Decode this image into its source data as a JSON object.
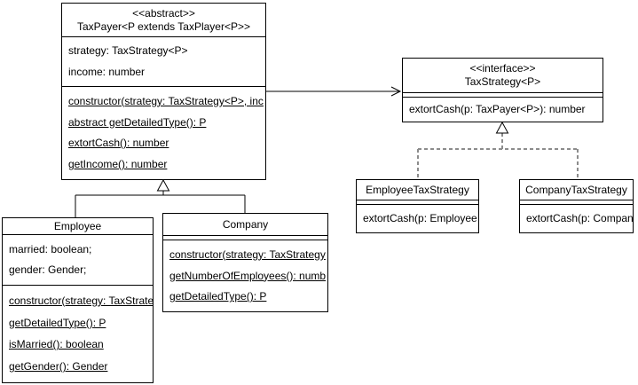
{
  "colors": {
    "line": "#000000",
    "dashed-line": "#8c8c8c",
    "background": "#ffffff",
    "box-fill": "#ffffff"
  },
  "classes": {
    "taxpayer": {
      "stereotype": "<<abstract>>",
      "name": "TaxPayer<P extends TaxPlayer<P>>",
      "attributes": [
        "strategy: TaxStrategy<P>",
        "income: number"
      ],
      "methods": [
        "constructor(strategy: TaxStrategy<P>, inc",
        "abstract getDetailedType(): P",
        "extortCash(): number",
        "getIncome(): number"
      ]
    },
    "taxstrategy": {
      "stereotype": "<<interface>>",
      "name": "TaxStrategy<P>",
      "methods": [
        "extortCash(p: TaxPayer<P>): number"
      ]
    },
    "employee": {
      "name": "Employee",
      "attributes": [
        "married: boolean;",
        "gender: Gender;"
      ],
      "methods": [
        "constructor(strategy: TaxStrate",
        "getDetailedType(): P",
        "isMarried(): boolean",
        "getGender(): Gender"
      ]
    },
    "company": {
      "name": "Company",
      "methods": [
        "constructor(strategy: TaxStrategy",
        "getNumberOfEmployees(): numb",
        "getDetailedType(): P"
      ]
    },
    "employee_tax_strategy": {
      "name": "EmployeeTaxStrategy",
      "methods": [
        "extortCash(p: Employee"
      ]
    },
    "company_tax_strategy": {
      "name": "CompanyTaxStrategy",
      "methods": [
        "extortCash(p: Company"
      ]
    }
  },
  "relations": [
    {
      "type": "association",
      "from": "TaxPayer",
      "to": "TaxStrategy",
      "arrow": "open"
    },
    {
      "type": "generalization",
      "from": "Employee",
      "to": "TaxPayer",
      "arrow": "hollow-triangle"
    },
    {
      "type": "generalization",
      "from": "Company",
      "to": "TaxPayer",
      "arrow": "hollow-triangle"
    },
    {
      "type": "realization",
      "from": "EmployeeTaxStrategy",
      "to": "TaxStrategy",
      "arrow": "hollow-triangle-dashed"
    },
    {
      "type": "realization",
      "from": "CompanyTaxStrategy",
      "to": "TaxStrategy",
      "arrow": "hollow-triangle-dashed"
    }
  ]
}
